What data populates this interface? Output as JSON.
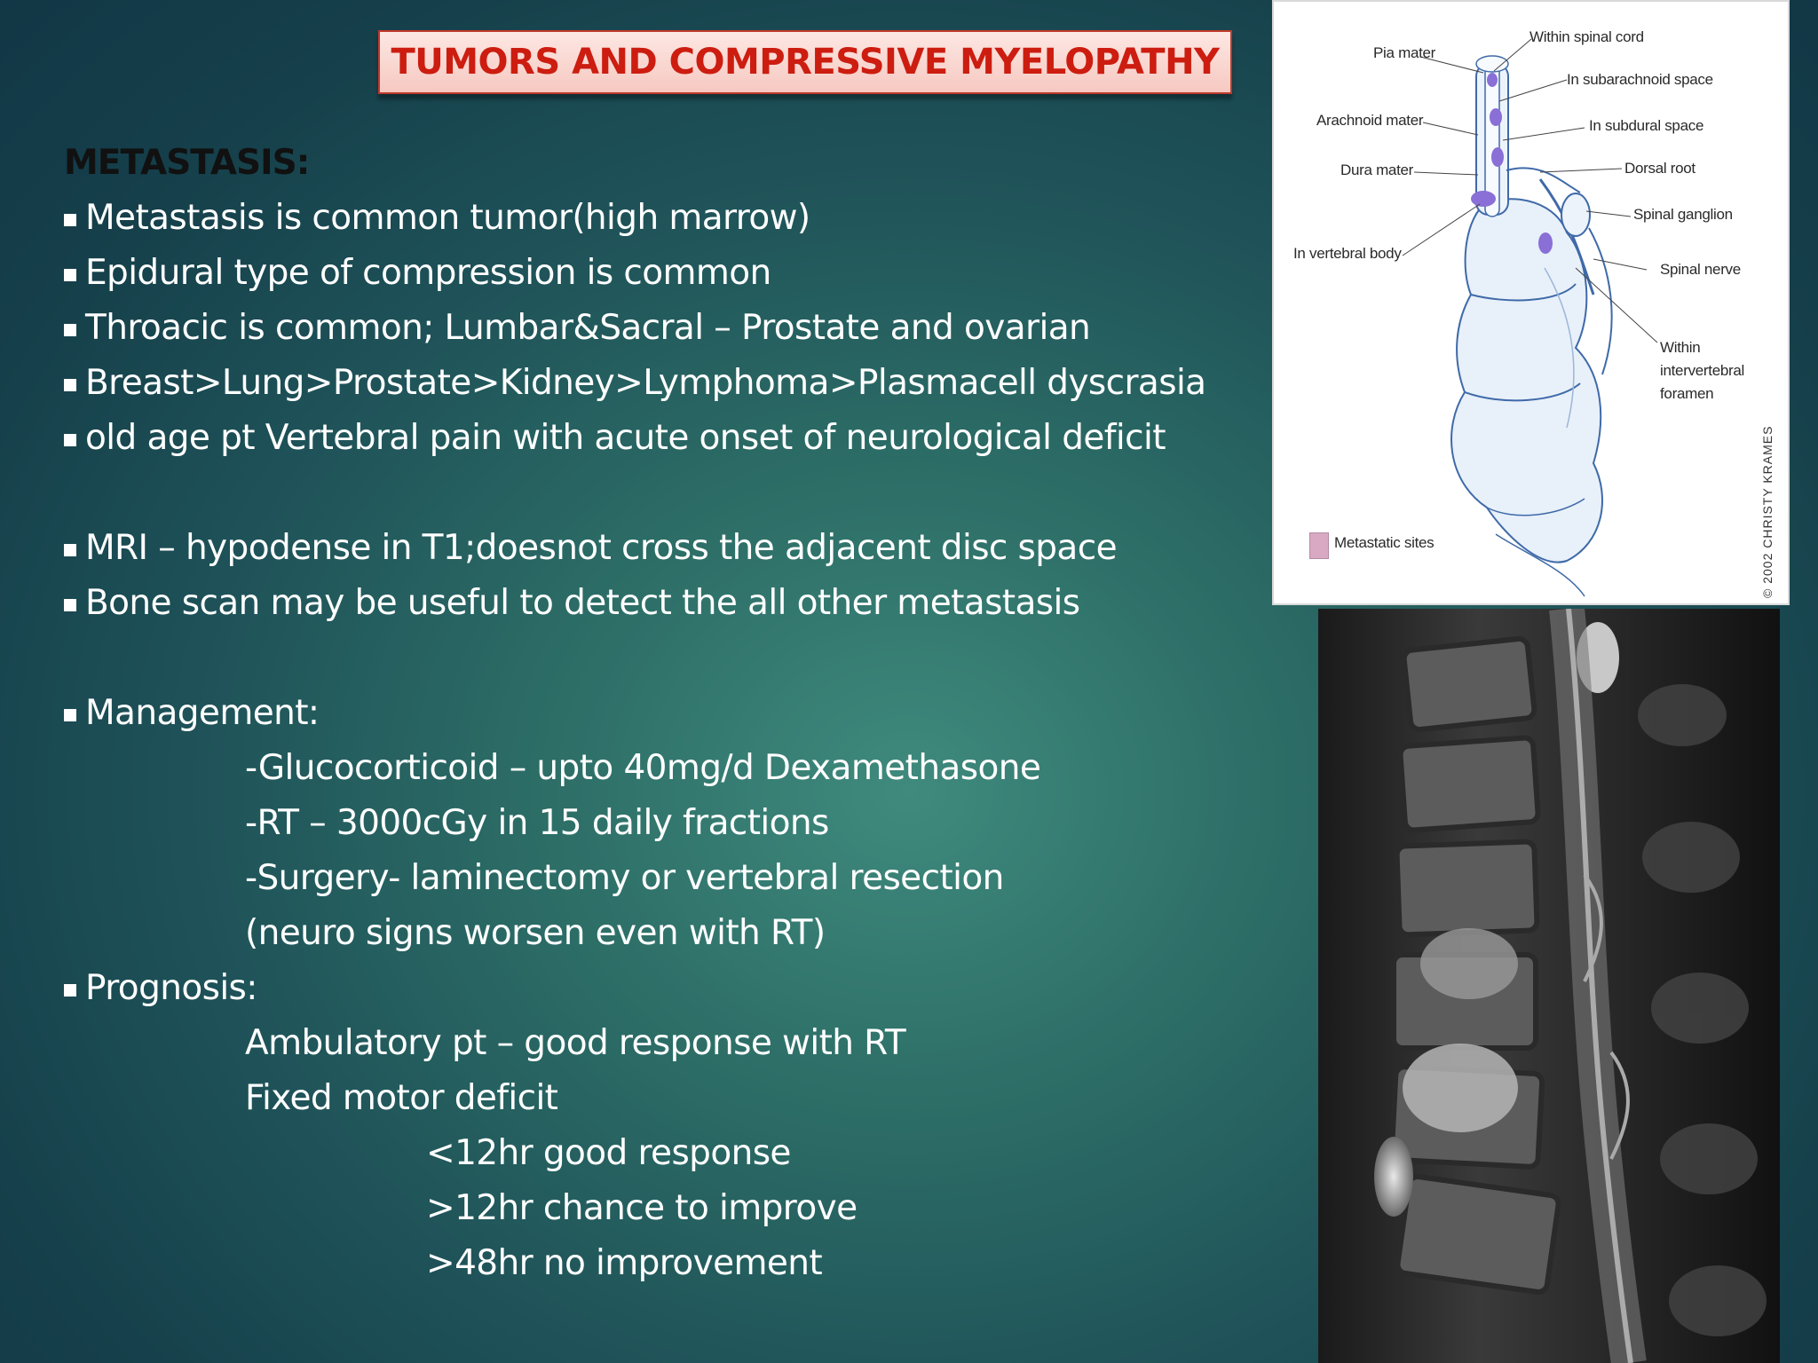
{
  "slide": {
    "title": "TUMORS AND COMPRESSIVE MYELOPATHY",
    "heading": "METASTASIS:",
    "bullets": [
      "Metastasis is common tumor(high marrow)",
      "Epidural type of compression is common",
      "Throacic is common; Lumbar&Sacral – Prostate and ovarian",
      "Breast>Lung>Prostate>Kidney>Lymphoma>Plasmacell dyscrasia",
      "old age pt Vertebral pain with acute onset of neurological deficit"
    ],
    "imaging": [
      "MRI – hypodense in T1;doesnot cross the adjacent disc space",
      "Bone scan may be useful to detect the all other metastasis"
    ],
    "management": {
      "label": "Management:",
      "items": [
        "-Glucocorticoid – upto 40mg/d Dexamethasone",
        "-RT – 3000cGy in 15 daily fractions",
        "-Surgery- laminectomy or vertebral resection",
        "(neuro signs worsen even with RT)"
      ]
    },
    "prognosis": {
      "label": "Prognosis:",
      "items": [
        "Ambulatory pt – good response with RT",
        "Fixed motor deficit"
      ],
      "sub_items": [
        "<12hr good response",
        ">12hr chance to improve",
        ">48hr no improvement"
      ]
    }
  },
  "diagram": {
    "labels": {
      "pia_mater": "Pia mater",
      "within_spinal_cord": "Within spinal cord",
      "in_subarachnoid_space": "In subarachnoid space",
      "arachnoid_mater": "Arachnoid mater",
      "in_subdural_space": "In subdural space",
      "dura_mater": "Dura mater",
      "dorsal_root": "Dorsal root",
      "spinal_ganglion": "Spinal ganglion",
      "in_vertebral_body": "In vertebral body",
      "spinal_nerve": "Spinal nerve",
      "within_intervertebral_1": "Within",
      "within_intervertebral_2": "intervertebral",
      "within_intervertebral_3": "foramen",
      "legend": "Metastatic sites",
      "copyright": "© 2002 CHRISTY KRAMES"
    },
    "colors": {
      "metastasis": "#8a6fd6",
      "legend_swatch": "#d9a9c3",
      "bone_line": "#3f6aa8"
    }
  }
}
